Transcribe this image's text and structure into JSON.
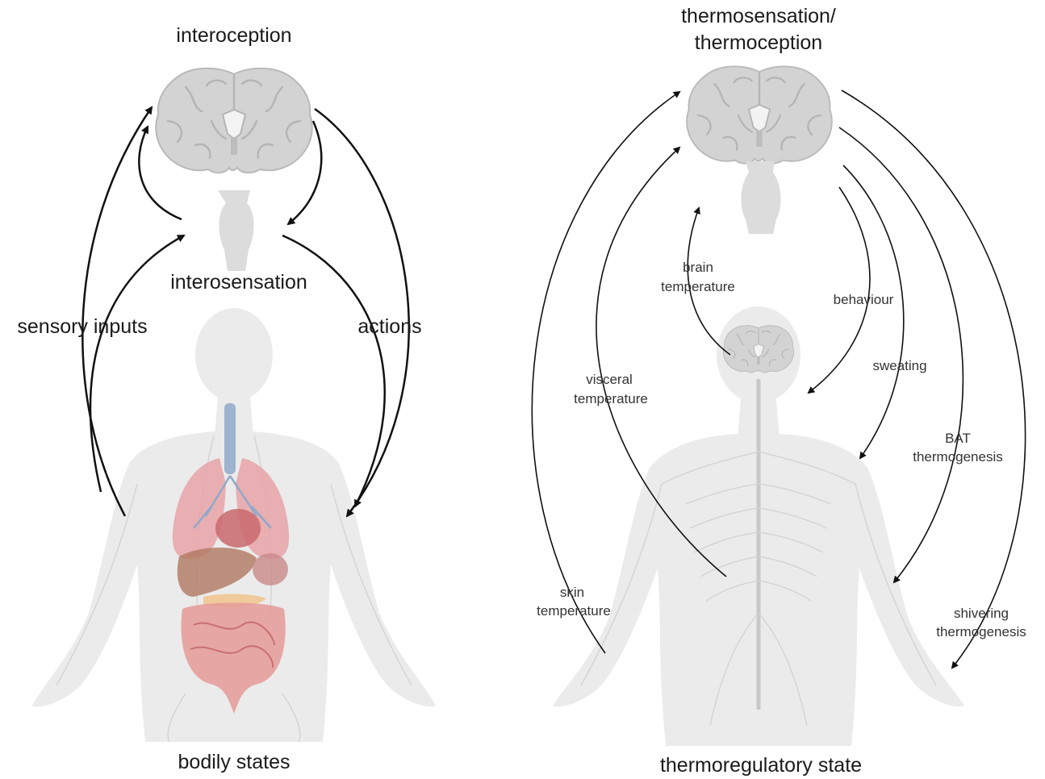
{
  "left_panel": {
    "top_label": "interoception",
    "middle_label": "interosensation",
    "left_label": "sensory inputs",
    "right_label": "actions",
    "bottom_label": "bodily states"
  },
  "right_panel": {
    "top_label_line1": "thermosensation/",
    "top_label_line2": "thermoception",
    "bottom_label": "thermoregulatory state",
    "inputs": [
      {
        "line1": "brain",
        "line2": "temperature"
      },
      {
        "line1": "visceral",
        "line2": "temperature"
      },
      {
        "line1": "skin",
        "line2": "temperature"
      }
    ],
    "outputs": [
      {
        "line1": "behaviour",
        "line2": ""
      },
      {
        "line1": "sweating",
        "line2": ""
      },
      {
        "line1": "BAT",
        "line2": "thermogenesis"
      },
      {
        "line1": "shivering",
        "line2": "thermogenesis"
      }
    ]
  },
  "colors": {
    "arrow": "#111111",
    "body_silhouette": "#ebebeb",
    "brain": "#d3d3d3",
    "trachea": "#8fa9c9",
    "lungs": "#e8a3a8",
    "heart": "#c9686c",
    "liver": "#b07860",
    "intestine": "#e49a98"
  }
}
